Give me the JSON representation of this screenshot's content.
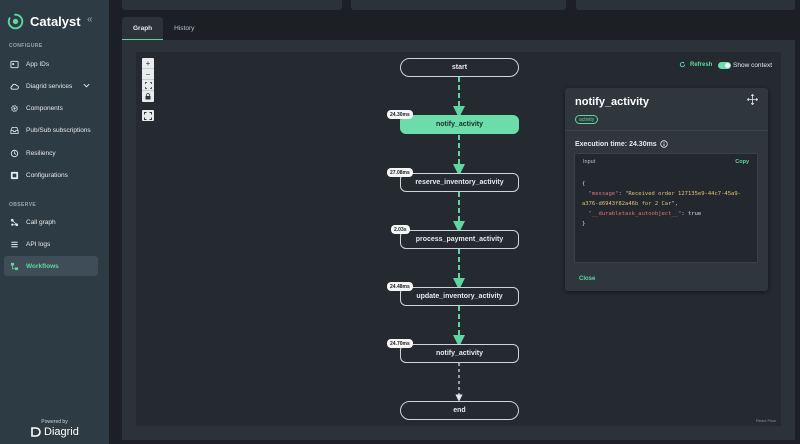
{
  "app": {
    "name": "Catalyst"
  },
  "sidebar": {
    "configure_label": "CONFIGURE",
    "observe_label": "OBSERVE",
    "items": [
      {
        "label": "App IDs",
        "icon": "app-id-icon"
      },
      {
        "label": "Diagrid services",
        "icon": "cloud-icon"
      },
      {
        "label": "Components",
        "icon": "gear-icon"
      },
      {
        "label": "Pub/Sub subscriptions",
        "icon": "inbox-icon"
      },
      {
        "label": "Resiliency",
        "icon": "resiliency-icon"
      },
      {
        "label": "Configurations",
        "icon": "config-icon"
      },
      {
        "label": "Call graph",
        "icon": "graph-icon"
      },
      {
        "label": "API logs",
        "icon": "list-icon"
      },
      {
        "label": "Workflows",
        "icon": "workflow-icon"
      }
    ],
    "powered_by": "Powered by",
    "brand": "Diagrid"
  },
  "tabs": [
    {
      "label": "Graph"
    },
    {
      "label": "History"
    }
  ],
  "toolbar": {
    "refresh": "Refresh",
    "show_context": "Show context",
    "show_context_on": true
  },
  "graph": {
    "nodes": [
      {
        "label": "start",
        "duration": ""
      },
      {
        "label": "notify_activity",
        "duration": "24.30ms"
      },
      {
        "label": "reserve_inventory_activity",
        "duration": "27.08ms"
      },
      {
        "label": "process_payment_activity",
        "duration": "2.03s"
      },
      {
        "label": "update_inventory_activity",
        "duration": "24.48ms"
      },
      {
        "label": "notify_activity",
        "duration": "24.70ms"
      },
      {
        "label": "end",
        "duration": ""
      }
    ],
    "watermark": "React Flow"
  },
  "detail": {
    "title": "notify_activity",
    "tag": "activity",
    "execution_time": "Execution time: 24.30ms",
    "input_label": "Input",
    "copy": "Copy",
    "code": {
      "open": "{",
      "key1": "\"message\"",
      "val1": "\"Received order 127135e9-44c7-45a9-a376-d6943f82a46b for 2 Car\"",
      "key2": "\"__durabletask_autoobject__\"",
      "val2": "true",
      "close": "}"
    },
    "close": "Close"
  },
  "colors": {
    "accent": "#5fd6a2",
    "sidebar": "#2d3b44",
    "background": "#1c2024"
  }
}
